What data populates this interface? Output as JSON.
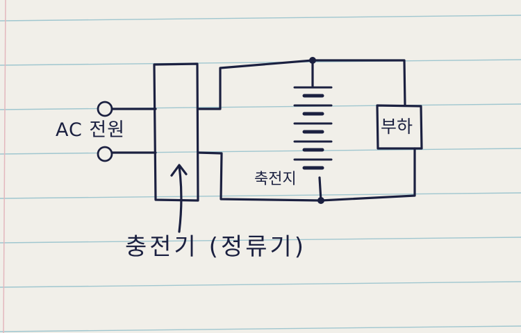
{
  "labels": {
    "ac_source": "AC 전원",
    "battery": "축전지",
    "load": "부하",
    "charger": "충전기 (정류기)"
  },
  "colors": {
    "paper": "#f1efe9",
    "ruled_line": "#9fc6cf",
    "margin_line": "#e3b7bd",
    "ink": "#1b2040"
  },
  "components": [
    {
      "id": "ac-source",
      "symbol": "two-terminal-input"
    },
    {
      "id": "charger",
      "symbol": "rectangle-block"
    },
    {
      "id": "battery",
      "symbol": "cell-stack",
      "cells": 5
    },
    {
      "id": "load",
      "symbol": "rectangle-block"
    }
  ],
  "connections": [
    {
      "from": "ac-source",
      "to": "charger"
    },
    {
      "from": "charger",
      "to": "battery"
    },
    {
      "from": "battery",
      "to": "load"
    }
  ]
}
